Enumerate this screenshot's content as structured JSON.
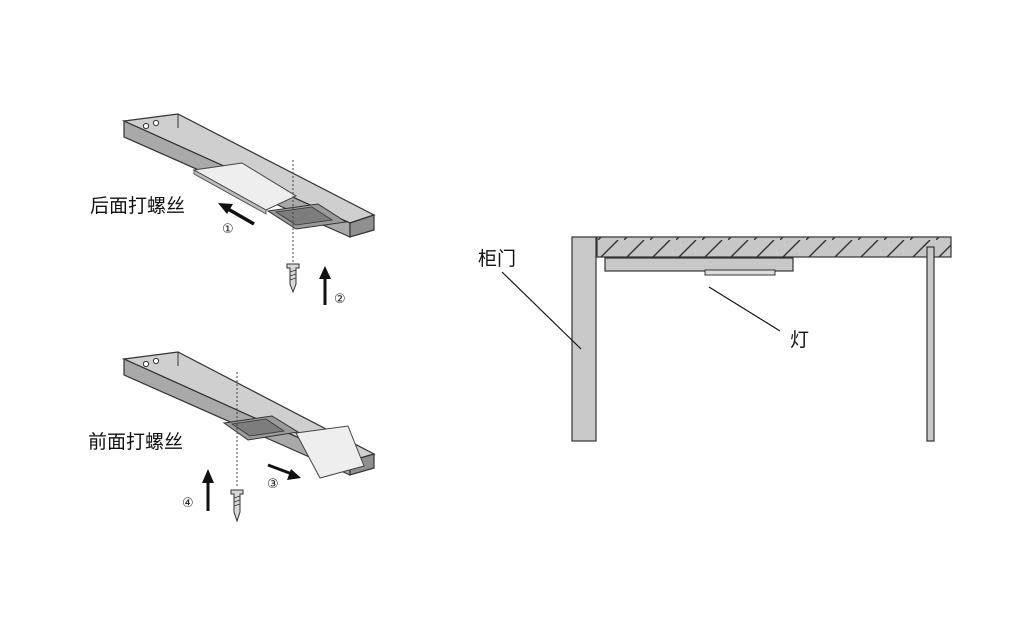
{
  "labels": {
    "back_screw": "后面打螺丝",
    "front_screw": "前面打螺丝",
    "cabinet_door": "柜门",
    "light": "灯"
  },
  "steps": {
    "s1": "①",
    "s2": "②",
    "s3": "③",
    "s4": "④"
  },
  "icons": {
    "screw": "screw-icon",
    "arrow": "arrow-icon"
  },
  "colors": {
    "light_fixture_fill": "#c8c8c8",
    "outline": "#333333",
    "cabinet_fill": "#c9c9c9"
  }
}
